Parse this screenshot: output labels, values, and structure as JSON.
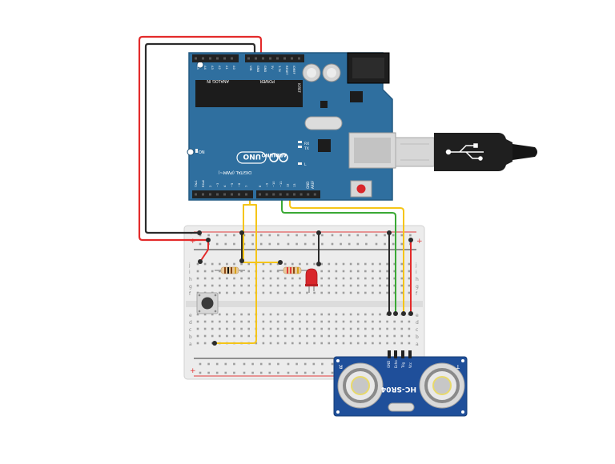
{
  "board": {
    "brand": "ARDUINO",
    "model": "UNO",
    "power_label": "POWER",
    "analog_label": "ANALOG IN",
    "digital_label": "DIGITAL (PWM~)",
    "on_label": "ON",
    "tx_label": "TX",
    "rx_label": "RX",
    "l_label": "L",
    "ioref_label": "IOREF",
    "aref_label": "AREF",
    "gnd_label": "GND",
    "power_pins": [
      "VIN",
      "GND",
      "GND",
      "5V",
      "3.3V",
      "RESET",
      "IOREF"
    ],
    "analog_pins": [
      "A5",
      "A4",
      "A3",
      "A2",
      "A1",
      "A0"
    ],
    "digital_pins": [
      "TX▸1",
      "RX◂0",
      "2",
      "~3",
      "4",
      "~5",
      "~6",
      "7",
      "8",
      "~9",
      "~10",
      "~11",
      "12",
      "13"
    ],
    "colors": {
      "pcb": "#2f6f9f",
      "pcb_edge": "#245a82",
      "header": "#222222"
    }
  },
  "sensor": {
    "model": "HC-SR04",
    "pins": [
      "GND",
      "Echo",
      "Trig",
      "Vcc"
    ],
    "left_mark": "R",
    "right_mark": "T",
    "colors": {
      "pcb": "#1f4f9a",
      "transducer": "#d9d9d9"
    }
  },
  "breadboard": {
    "row_letters_top": [
      "j",
      "i",
      "h",
      "g",
      "f"
    ],
    "row_letters_bottom": [
      "e",
      "d",
      "c",
      "b",
      "a"
    ],
    "plus_label": "+",
    "minus_label": "-",
    "colors": {
      "body": "#ececec",
      "rail_red": "#e23b3b",
      "rail_black": "#333333"
    }
  },
  "components": {
    "led_color": "#d9262b",
    "resistor_color": "#e8c99a",
    "button_color": "#3b3b3b"
  },
  "wires": {
    "red": "#e32b2b",
    "black": "#2b2b2b",
    "yellow": "#f5c518",
    "green": "#3aa935"
  }
}
